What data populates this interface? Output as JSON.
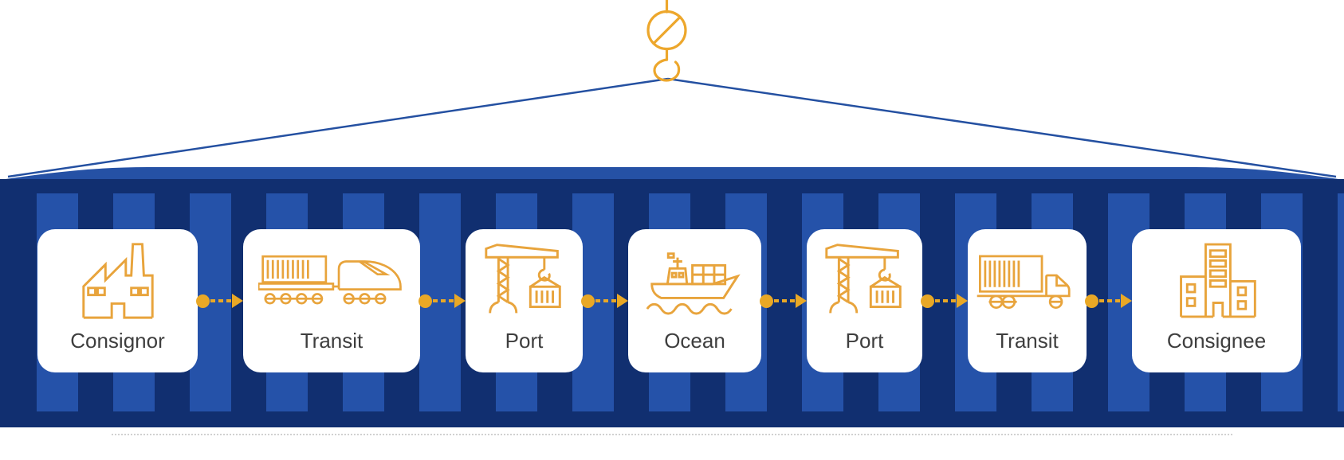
{
  "diagram": {
    "description": "Shipping container hanging from a crane hook, containing the door-to-door ocean freight chain",
    "nodes": [
      {
        "label": "Consignor",
        "icon": "factory-icon"
      },
      {
        "label": "Transit",
        "icon": "freight-train-icon"
      },
      {
        "label": "Port",
        "icon": "harbor-crane-icon"
      },
      {
        "label": "Ocean",
        "icon": "container-ship-icon"
      },
      {
        "label": "Port",
        "icon": "harbor-crane-icon"
      },
      {
        "label": "Transit",
        "icon": "container-truck-icon"
      },
      {
        "label": "Consignee",
        "icon": "office-buildings-icon"
      }
    ],
    "connector_style": "amber dot, dashed line, arrowhead pointing right",
    "colors": {
      "container_body": "#112F70",
      "container_stripe": "#2552A9",
      "container_top_band": "#2551A5",
      "cable_blue": "#2450A1",
      "icon_amber": "#E8A43C",
      "connector_amber": "#E9A826",
      "hook_amber": "#EDA72C",
      "label_text": "#3E3E3E",
      "card_background": "#FFFFFF"
    }
  }
}
